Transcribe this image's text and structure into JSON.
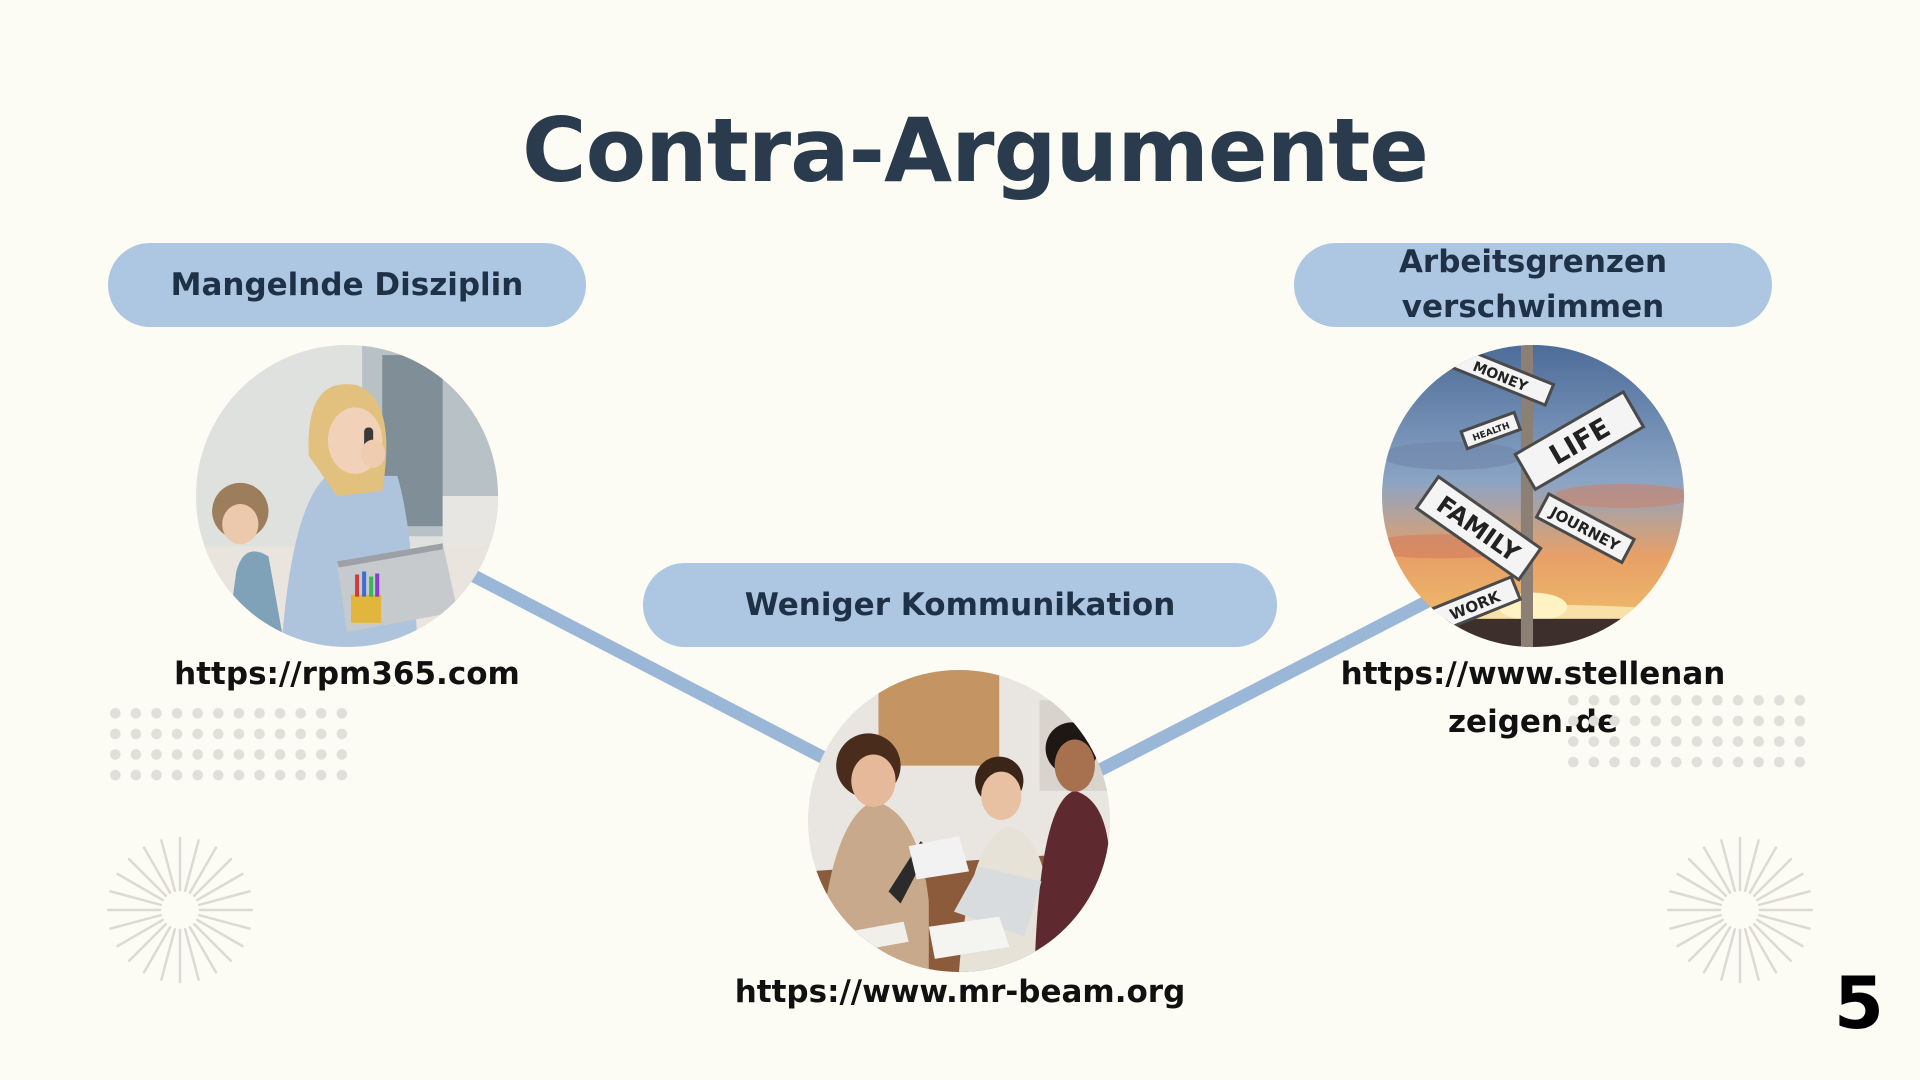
{
  "slide": {
    "title": "Contra-Argumente",
    "page_number": "5",
    "colors": {
      "background": "#fcfbf4",
      "title": "#2a3b4d",
      "pill": "#adc6e1",
      "connector": "#9bb7d8"
    }
  },
  "arguments": [
    {
      "label": "Mangelnde Disziplin",
      "source_url": "https://rpm365.com",
      "image": "woman-working-laptop-with-child-photo"
    },
    {
      "label": "Weniger Kommunikation",
      "source_url": "https://www.mr-beam.org",
      "image": "team-meeting-table-photo"
    },
    {
      "label": "Arbeitsgrenzen verschwimmen",
      "source_url": "https://www.stellenanzeigen.de",
      "image": "signpost-sunset-photo",
      "sign_texts": [
        "MONEY",
        "HEALTH",
        "LIFE",
        "FAMILY",
        "JOURNEY",
        "WORK"
      ]
    }
  ]
}
